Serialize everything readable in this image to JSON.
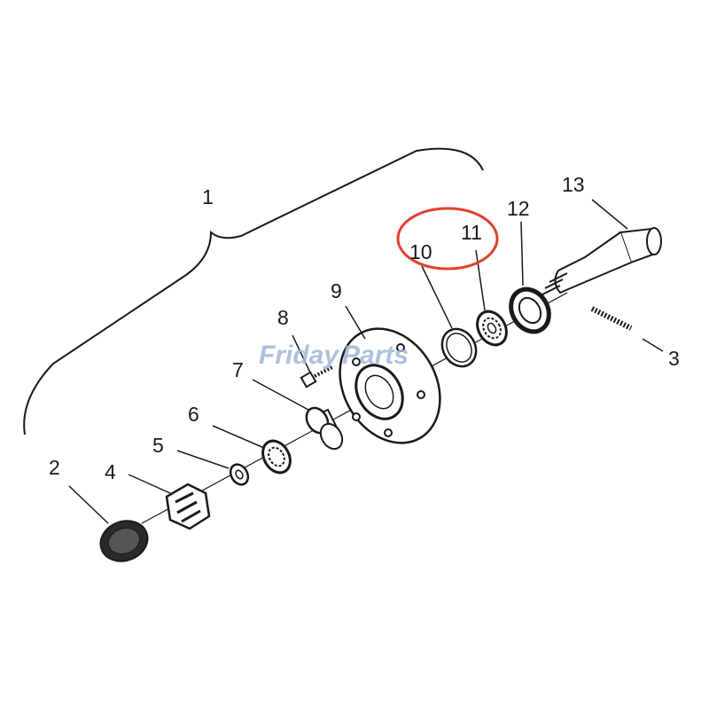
{
  "diagram": {
    "parts": [
      {
        "id": "1",
        "label": "1"
      },
      {
        "id": "2",
        "label": "2"
      },
      {
        "id": "3",
        "label": "3"
      },
      {
        "id": "4",
        "label": "4"
      },
      {
        "id": "5",
        "label": "5"
      },
      {
        "id": "6",
        "label": "6"
      },
      {
        "id": "7",
        "label": "7"
      },
      {
        "id": "8",
        "label": "8"
      },
      {
        "id": "9",
        "label": "9"
      },
      {
        "id": "10",
        "label": "10"
      },
      {
        "id": "11",
        "label": "11"
      },
      {
        "id": "12",
        "label": "12"
      },
      {
        "id": "13",
        "label": "13"
      }
    ],
    "highlight": {
      "color": "#e0412e"
    }
  },
  "watermark": {
    "part1": "Friday",
    "part2": "Parts",
    "color": "#9fb6d6",
    "accent": "#f0b040"
  }
}
